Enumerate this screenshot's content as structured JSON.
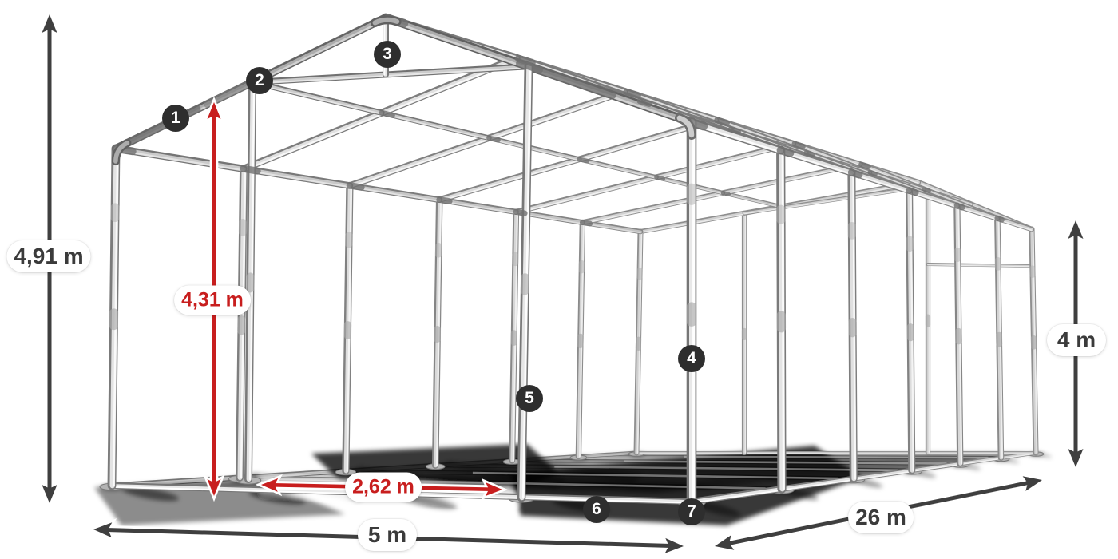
{
  "diagram": {
    "type": "tent-frame-3d",
    "subject": "storage tent steel frame",
    "dimensions": {
      "total_height": {
        "label": "4,91 m"
      },
      "entrance_height": {
        "label": "4,31 m"
      },
      "entrance_width": {
        "label": "2,62 m"
      },
      "width": {
        "label": "5 m"
      },
      "length": {
        "label": "26 m"
      },
      "side_height": {
        "label": "4 m"
      }
    },
    "markers": [
      {
        "number": "1"
      },
      {
        "number": "2"
      },
      {
        "number": "3"
      },
      {
        "number": "4"
      },
      {
        "number": "5"
      },
      {
        "number": "6"
      },
      {
        "number": "7"
      }
    ],
    "colors": {
      "background": "#ffffff",
      "dimension_dark": "#3f3f3f",
      "dimension_red": "#c81e1e",
      "label_bg": "#ffffff",
      "label_text_dark": "#3b3b3b",
      "marker_bg": "#2e2e2e",
      "marker_text": "#ffffff",
      "tube_light": "#ececec",
      "tube_edge": "#7d7d7d"
    }
  }
}
